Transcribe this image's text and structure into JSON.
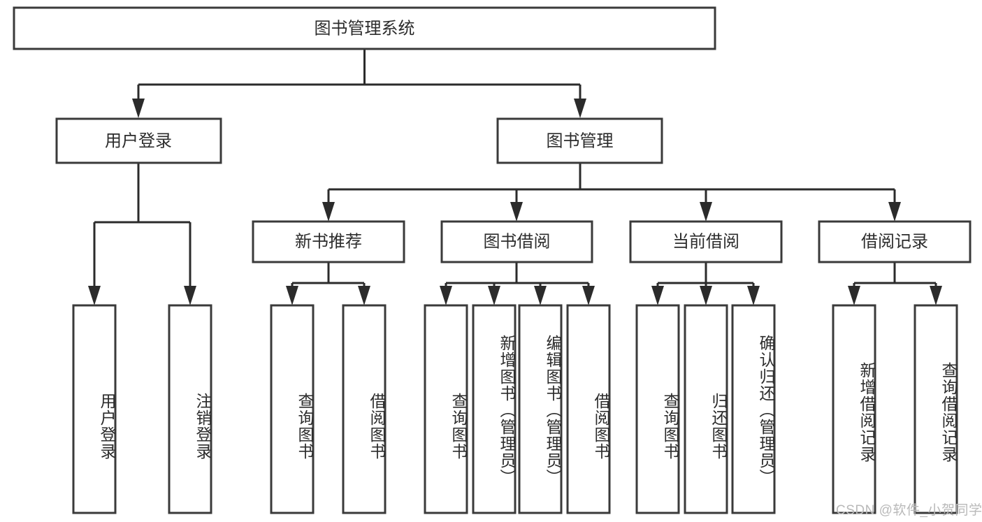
{
  "diagram": {
    "type": "tree-hierarchy",
    "title": "图书管理系统",
    "root": {
      "label": "图书管理系统",
      "level": 0
    },
    "level2": [
      {
        "label": "用户登录"
      },
      {
        "label": "图书管理"
      }
    ],
    "level3": [
      {
        "label": "新书推荐",
        "parent": "图书管理"
      },
      {
        "label": "图书借阅",
        "parent": "图书管理"
      },
      {
        "label": "当前借阅",
        "parent": "图书管理"
      },
      {
        "label": "借阅记录",
        "parent": "图书管理"
      }
    ],
    "leaves": {
      "用户登录": [
        {
          "label": "用户登录"
        },
        {
          "label": "注销登录"
        }
      ],
      "新书推荐": [
        {
          "label": "查询图书"
        },
        {
          "label": "借阅图书"
        }
      ],
      "图书借阅": [
        {
          "label": "查询图书"
        },
        {
          "label": "新增图书（管理员）"
        },
        {
          "label": "编辑图书（管理员）"
        },
        {
          "label": "借阅图书"
        }
      ],
      "当前借阅": [
        {
          "label": "查询图书"
        },
        {
          "label": "归还图书"
        },
        {
          "label": "确认归还（管理员）"
        }
      ],
      "借阅记录": [
        {
          "label": "新增借阅记录"
        },
        {
          "label": "查询借阅记录"
        }
      ]
    },
    "colors": {
      "box_stroke": "#3a3a3a",
      "connector": "#2b2b2b",
      "text": "#2c2c2c",
      "background": "#ffffff",
      "watermark": "#b9b9b9"
    }
  },
  "watermark": {
    "text": "CSDN @软件_小贺同学"
  }
}
